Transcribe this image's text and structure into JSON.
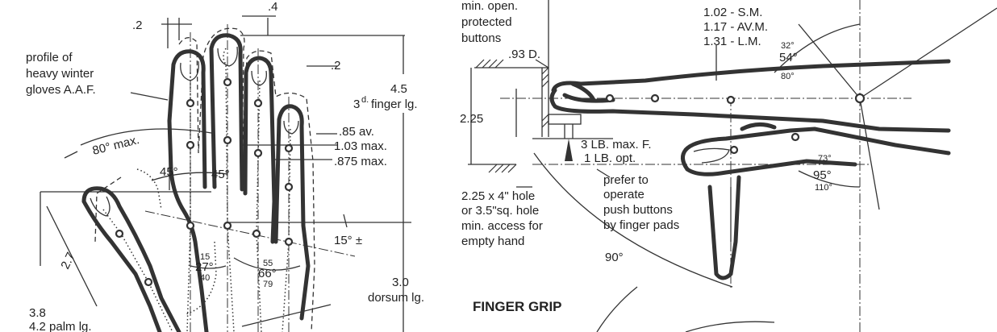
{
  "colors": {
    "ink": "#333333",
    "paper": "#ffffff"
  },
  "left_figure": {
    "dim_02_top": ".2",
    "dim_04_top": ".4",
    "dim_02_right": ".2",
    "profile_line1": "profile of",
    "profile_line2": "heavy winter",
    "profile_line3": "gloves  A.A.F.",
    "finger_len_value": "4.5",
    "finger_len_prefix": "3",
    "finger_len_sup": "d.",
    "finger_len_label": "finger lg.",
    "width_av": ".85 av.",
    "width_max": "1.03 max.",
    "width_875": ".875 max.",
    "spread_angle": "80° max.",
    "angle_45_left": "45°",
    "angle_45_right": "45°",
    "angle_15": "15° ±",
    "thumb_len": "2.7",
    "palm_len1": "3.8",
    "palm_len2": "4.2  palm lg.",
    "ang_15_small": "15",
    "ang_27": "27°",
    "ang_40": "40",
    "ang_55": "55",
    "ang_66": "66°",
    "ang_79": "79",
    "dorsum_value": "3.0",
    "dorsum_label": "dorsum lg."
  },
  "right_figure": {
    "min_open": "min. open.",
    "protected": "protected",
    "buttons": "buttons",
    "opening_d": ".93 D.",
    "size_s": "1.02 - S.M.",
    "size_av": "1.17  - AV.M.",
    "size_l": "1.31  - L.M.",
    "ang_32": "32°",
    "ang_54": "54°",
    "ang_80": "80°",
    "height_225": "2.25",
    "force_max": "3  LB. max. F.",
    "force_opt": "1  LB. opt.",
    "ang_73": "73°",
    "ang_95": "95°",
    "ang_110": "110°",
    "hole_line1": "2.25 x 4\" hole",
    "hole_line2": "or 3.5\"sq. hole",
    "hole_line3": "min. access for",
    "hole_line4": "empty hand",
    "prefer1": "prefer to",
    "prefer2": "operate",
    "prefer3": "push buttons",
    "prefer4": "by finger pads",
    "ang_90": "90°",
    "title": "FINGER GRIP"
  }
}
